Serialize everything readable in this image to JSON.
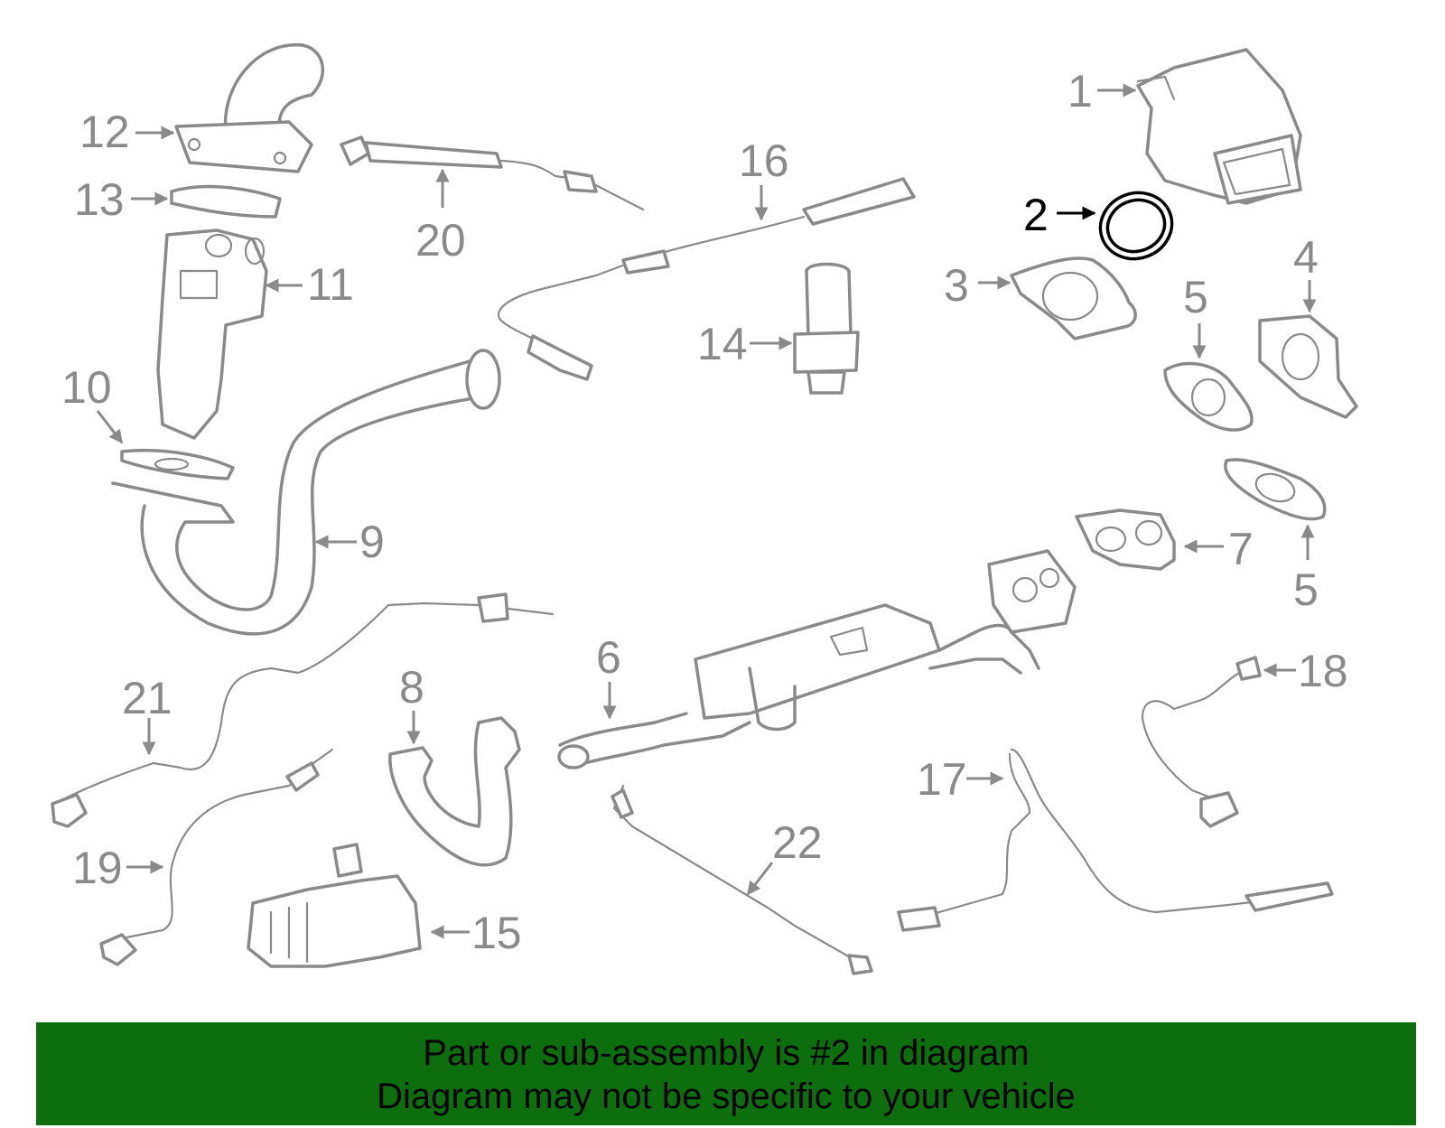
{
  "diagram": {
    "highlighted_part": "2",
    "highlight_color": "#000000",
    "part_color": "#8a8a8a",
    "callouts": {
      "p1": "1",
      "p2": "2",
      "p3": "3",
      "p4": "4",
      "p5a": "5",
      "p5b": "5",
      "p6": "6",
      "p7": "7",
      "p8": "8",
      "p9": "9",
      "p10": "10",
      "p11": "11",
      "p12": "12",
      "p13": "13",
      "p14": "14",
      "p15": "15",
      "p16": "16",
      "p17": "17",
      "p18": "18",
      "p19": "19",
      "p20": "20",
      "p21": "21",
      "p22": "22"
    }
  },
  "banner": {
    "background": "#0c6e0c",
    "line1": "Part or sub-assembly is #2 in diagram",
    "line2": "Diagram may not be specific to your vehicle"
  }
}
